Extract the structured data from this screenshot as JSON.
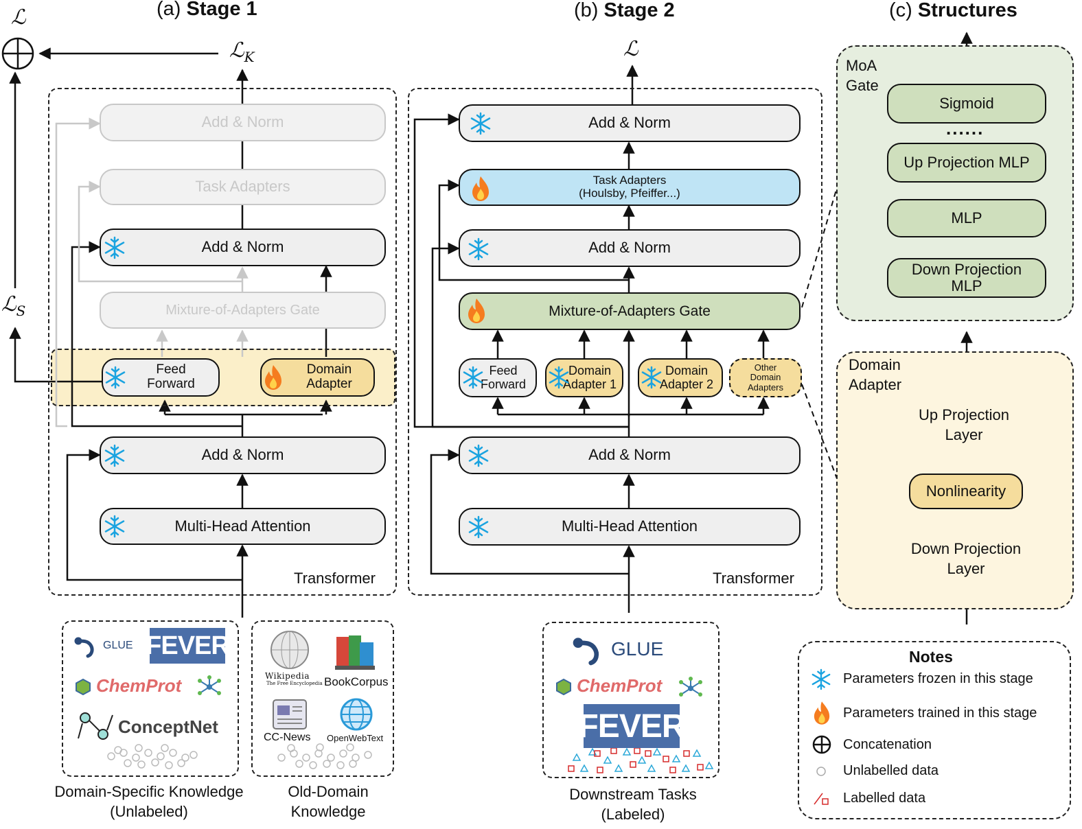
{
  "panels": {
    "a": {
      "prefix": "(a)",
      "name": "Stage 1"
    },
    "b": {
      "prefix": "(b)",
      "name": "Stage 2"
    },
    "c": {
      "prefix": "(c)",
      "name": "Structures"
    }
  },
  "stage1": {
    "loss_total": "ℒ",
    "loss_k": "ℒ",
    "loss_k_sub": "K",
    "loss_s": "ℒ",
    "loss_s_sub": "S",
    "add_norm_top": "Add & Norm",
    "task_adapters": "Task Adapters",
    "add_norm_mid": "Add & Norm",
    "moa_gate": "Mixture-of-Adapters Gate",
    "feed_forward": "Feed Forward",
    "domain_adapter": "Domain Adapter",
    "add_norm_bottom": "Add & Norm",
    "mha": "Multi-Head Attention",
    "transformer_label": "Transformer",
    "datasets_domain": {
      "glue": "GLUE",
      "fever": "FEVER",
      "chemprot": "ChemProt",
      "conceptnet": "ConceptNet"
    },
    "datasets_old": {
      "wikipedia": "Wikipedia",
      "wikipedia_sub": "The Free Encyclopedia",
      "bookcorpus": "BookCorpus",
      "ccnews": "CC-News",
      "openwebtext": "OpenWebText"
    },
    "caption_domain": [
      "Domain-Specific Knowledge",
      "(Unlabeled)"
    ],
    "caption_old": [
      "Old-Domain",
      "Knowledge"
    ]
  },
  "stage2": {
    "loss": "ℒ",
    "add_norm_top": "Add & Norm",
    "task_adapters": [
      "Task Adapters",
      "(Houlsby, Pfeiffer...)"
    ],
    "add_norm_mid": "Add & Norm",
    "moa_gate": "Mixture-of-Adapters Gate",
    "feed_forward": "Feed Forward",
    "domain_adapter_1": "Domain Adapter 1",
    "domain_adapter_2": "Domain Adapter 2",
    "other_adapters": "Other Domain Adapters",
    "add_norm_bottom": "Add & Norm",
    "mha": "Multi-Head Attention",
    "transformer_label": "Transformer",
    "datasets": {
      "glue": "GLUE",
      "chemprot": "ChemProt",
      "fever": "FEVER"
    },
    "caption": [
      "Downstream Tasks",
      "(Labeled)"
    ]
  },
  "structures": {
    "moa_gate_label": "MoA Gate",
    "sigmoid": "Sigmoid",
    "ellipsis": "......",
    "up_projection_mlp": "Up Projection MLP",
    "mlp": "MLP",
    "down_projection_mlp": "Down Projection MLP",
    "domain_adapter_label": "Domain Adapter",
    "up_projection_layer": "Up Projection Layer",
    "nonlinearity": "Nonlinearity",
    "down_projection_layer": "Down Projection Layer"
  },
  "notes": {
    "title": "Notes",
    "frozen": "Parameters frozen in this stage",
    "trained": "Parameters trained in this stage",
    "concat": "Concatenation",
    "unlabelled": "Unlabelled data",
    "labelled": "Labelled data"
  },
  "colors": {
    "frozen_blue": "#1aa3e0",
    "fire_orange": "#f57c1f",
    "green_fill": "#cfdfbd",
    "yellow_fill": "#f5dd9d",
    "blue_fill": "#bfe4f5",
    "fever_blue": "#4a6ea8",
    "chemprot_red": "#d9534f"
  },
  "icons": [
    "snowflake-icon",
    "fire-icon",
    "concat-icon",
    "glue-icon",
    "fever-logo",
    "chemprot-icon",
    "conceptnet-icon",
    "wikipedia-icon",
    "books-icon",
    "news-icon",
    "globe-icon"
  ]
}
